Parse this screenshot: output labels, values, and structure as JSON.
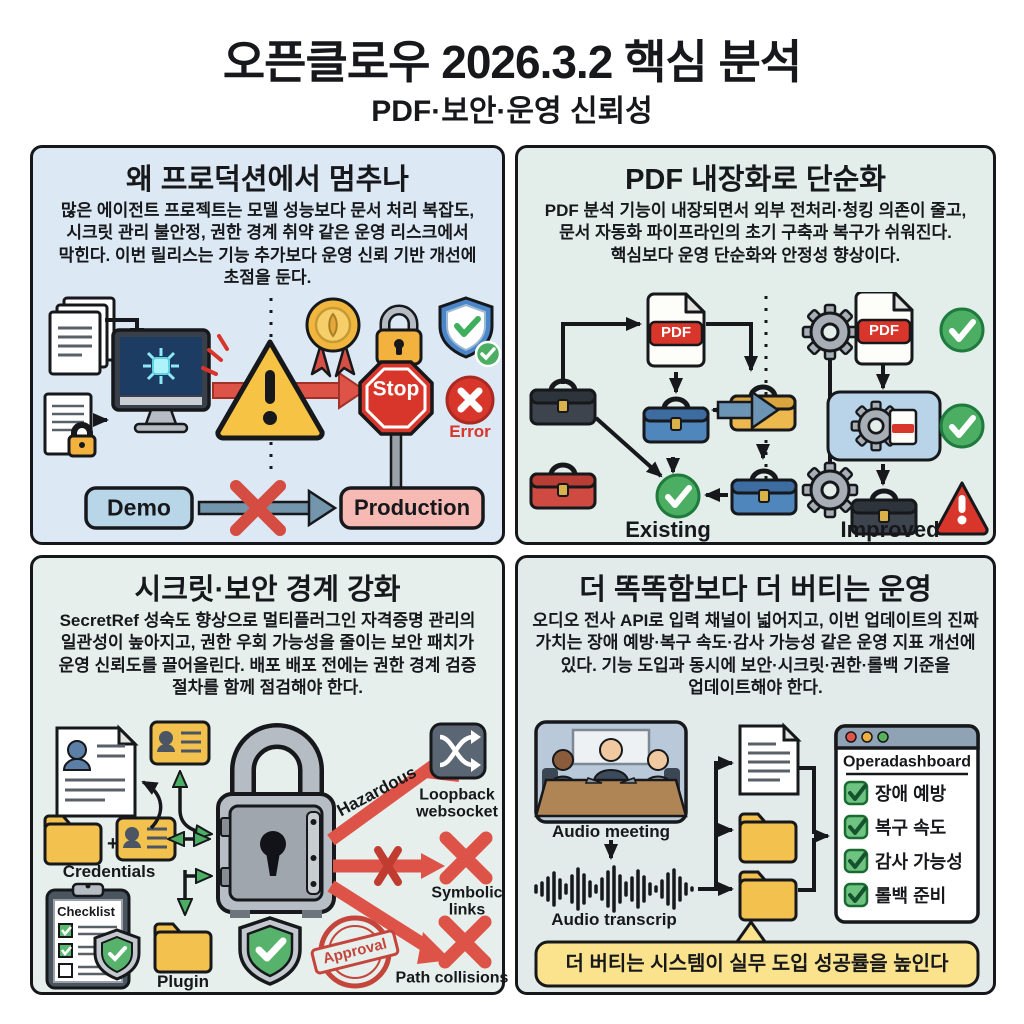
{
  "header": {
    "title": "오픈클로우 2026.3.2 핵심 분석",
    "subtitle": "PDF·보안·운영 신뢰성"
  },
  "colors": {
    "alert_red": "#d8352b",
    "warn_yellow": "#f6c344",
    "ok_green": "#4cae62",
    "demo_blue": "#b9d5e8",
    "production_pink": "#f6b9b3",
    "banner_yellow": "#fbe38e"
  },
  "panels": {
    "production": {
      "title": "왜 프로덕션에서 멈추나",
      "body": "많은 에이전트 프로젝트는 모델 성능보다 문서 처리 복잡도, 시크릿 관리 불안정, 권한 경계 취약 같은 운영 리스크에서 막힌다. 이번 릴리스는 기능 추가보다 운영 신뢰 기반 개선에 초점을 둔다.",
      "labels": {
        "stop": "Stop",
        "error": "Error",
        "demo": "Demo",
        "production": "Production"
      }
    },
    "pdf": {
      "title": "PDF 내장화로 단순화",
      "body": "PDF 분석 기능이 내장되면서 외부 전처리·청킹 의존이 줄고, 문서 자동화 파이프라인의 초기 구축과 복구가 쉬워진다. 핵심보다 운영 단순화와 안정성 향상이다.",
      "labels": {
        "pdf": "PDF",
        "existing": "Existing",
        "improved": "Improved"
      }
    },
    "security": {
      "title": "시크릿·보안 경계 강화",
      "body": "SecretRef 성숙도 향상으로 멀티플러그인 자격증명 관리의 일관성이 높아지고, 권한 우회 가능성을 줄이는 보안 패치가 운영 신뢰도를 끌어올린다. 배포 배포 전에는 권한 경계 검증 절차를 함께 점검해야 한다.",
      "labels": {
        "credentials": "Credentials",
        "checklist": "Checklist",
        "plugin": "Plugin",
        "hazardous": "Hazardous",
        "loopback": "Loopback websocket",
        "symbolic": "Symbolic links",
        "path": "Path collisions",
        "approval": "Approval"
      }
    },
    "operations": {
      "title": "더 똑똑함보다 더 버티는 운영",
      "body": "오디오 전사 API로 입력 채널이 넓어지고, 이번 업데이트의 진짜 가치는 장애 예방·복구 속도·감사 가능성 같은 운영 지표 개선에 있다. 기능 도입과 동시에 보안·시크릿·권한·롤백 기준을 업데이트해야 한다.",
      "labels": {
        "audio_meeting": "Audio meeting",
        "audio_transcript": "Audio transcrip",
        "dashboard_title": "Operadashboard"
      },
      "dashboard_items": [
        "장애 예방",
        "복구 속도",
        "감사 가능성",
        "롤백 준비"
      ],
      "banner": "더 버티는 시스템이 실무 도입 성공률을 높인다"
    }
  }
}
